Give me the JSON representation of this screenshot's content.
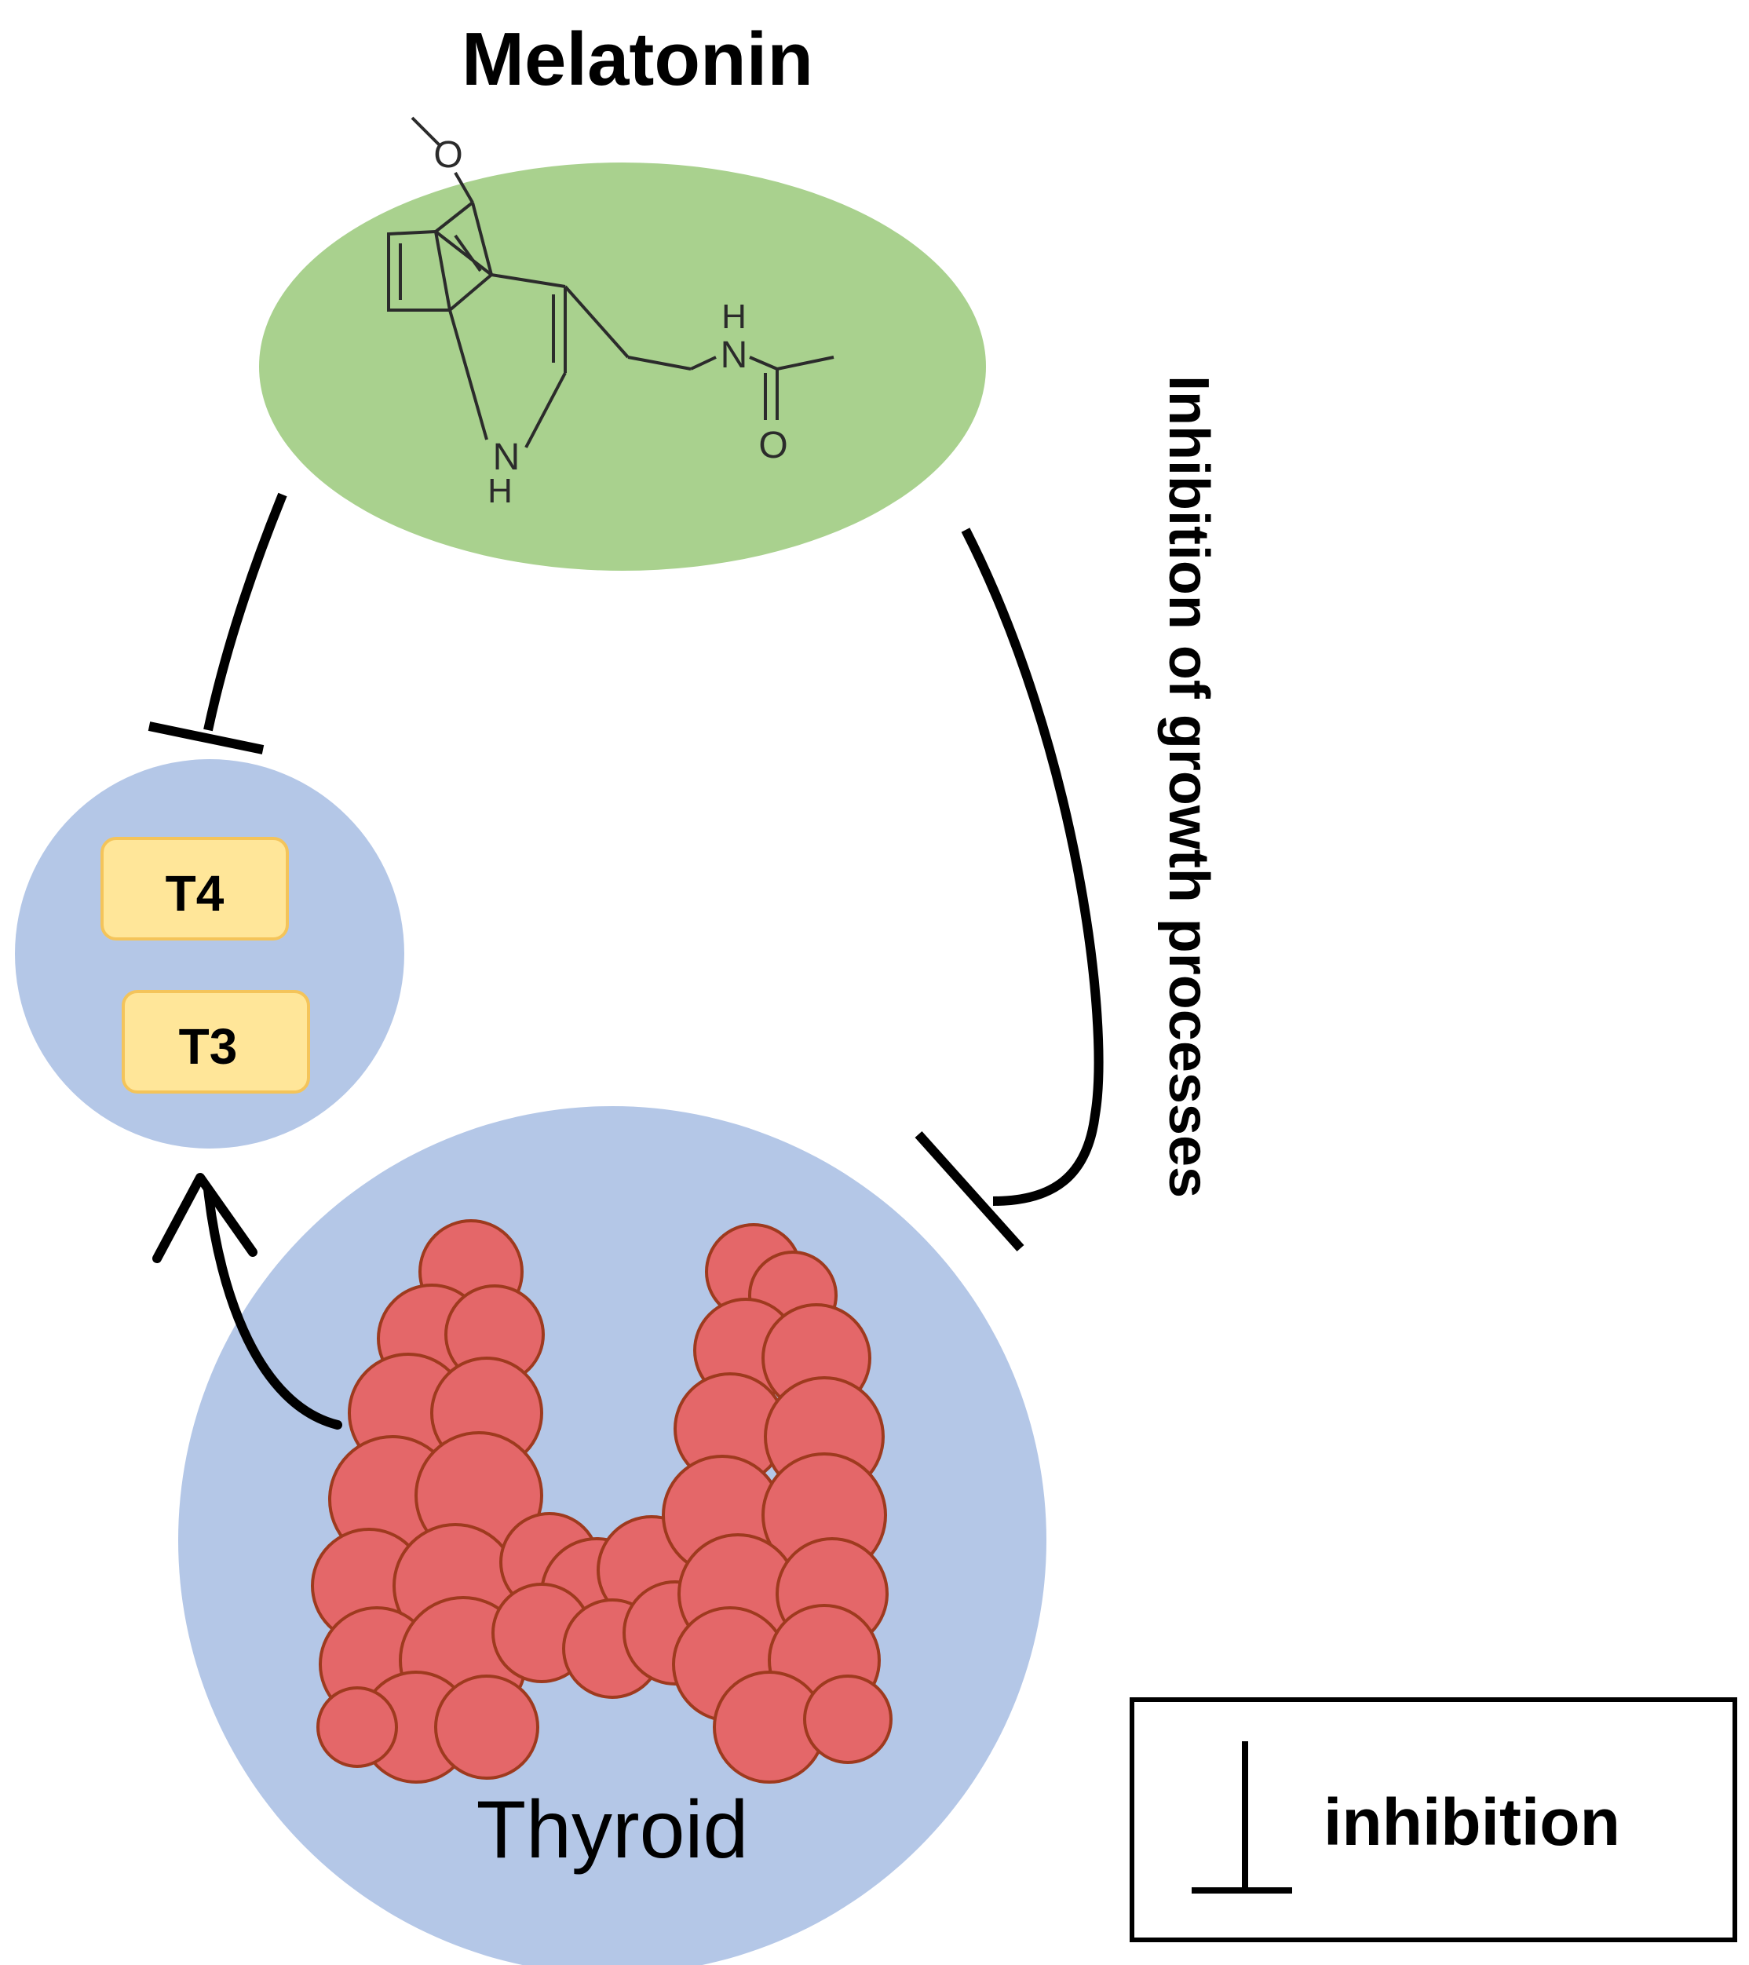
{
  "title": "Melatonin",
  "molecule_atoms": {
    "o_ether": "O",
    "nh_amide_h": "H",
    "nh_amide_n": "N",
    "o_carbonyl": "O",
    "nh_indole_n": "N",
    "nh_indole_h": "H"
  },
  "hormones": [
    "T4",
    "T3"
  ],
  "organ_label": "Thyroid",
  "side_label": "Inhibition of growth processes",
  "legend": {
    "label": "inhibition"
  },
  "colors": {
    "melatonin_fill": "#a9d18e",
    "circle_fill": "#b4c7e7",
    "hormone_fill": "#ffe699",
    "hormone_stroke": "#f4c45a",
    "thyroid_fill": "#e46769",
    "thyroid_stroke": "#9e3a1e",
    "line": "#000000"
  }
}
